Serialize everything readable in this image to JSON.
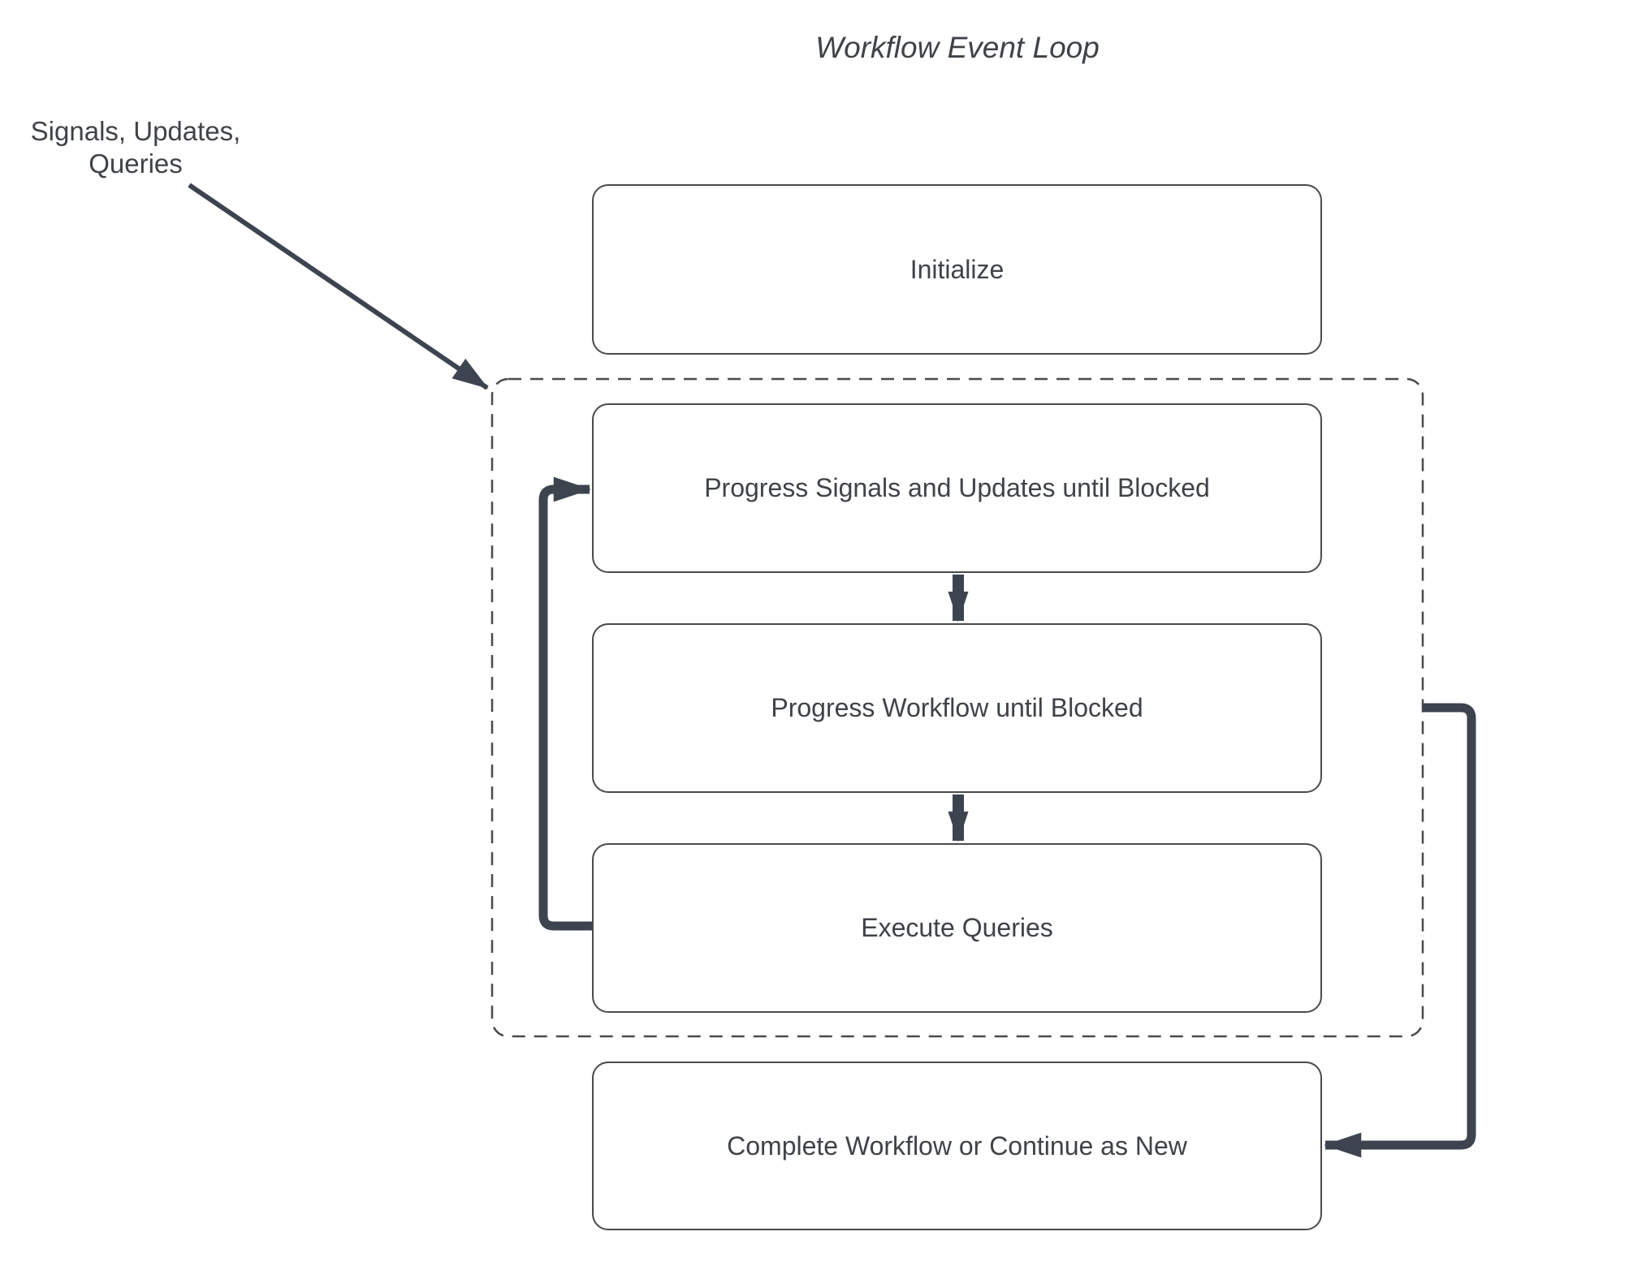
{
  "title": "Workflow Event Loop",
  "annotation": {
    "line1": "Signals, Updates,",
    "line2": "Queries"
  },
  "nodes": [
    {
      "id": "initialize",
      "label": "Initialize"
    },
    {
      "id": "progress-signals",
      "label": "Progress Signals and Updates until Blocked"
    },
    {
      "id": "progress-workflow",
      "label": "Progress Workflow until Blocked"
    },
    {
      "id": "execute-queries",
      "label": "Execute Queries"
    },
    {
      "id": "complete-workflow",
      "label": "Complete Workflow or Continue as New"
    }
  ],
  "edges": [
    {
      "from": "signals-updates-queries-annotation",
      "to": "event-loop-group",
      "style": "thin-arrow"
    },
    {
      "from": "progress-signals",
      "to": "progress-workflow",
      "style": "down-arrow"
    },
    {
      "from": "progress-workflow",
      "to": "execute-queries",
      "style": "down-arrow"
    },
    {
      "from": "execute-queries",
      "to": "progress-signals",
      "style": "loop-back-arrow"
    },
    {
      "from": "event-loop-group",
      "to": "complete-workflow",
      "style": "exit-arrow"
    }
  ],
  "colors": {
    "arrow": "#3d4450",
    "border": "#4a4a4a",
    "dashed": "#4a4a4a",
    "text": "#3f4347",
    "bg": "#ffffff"
  }
}
